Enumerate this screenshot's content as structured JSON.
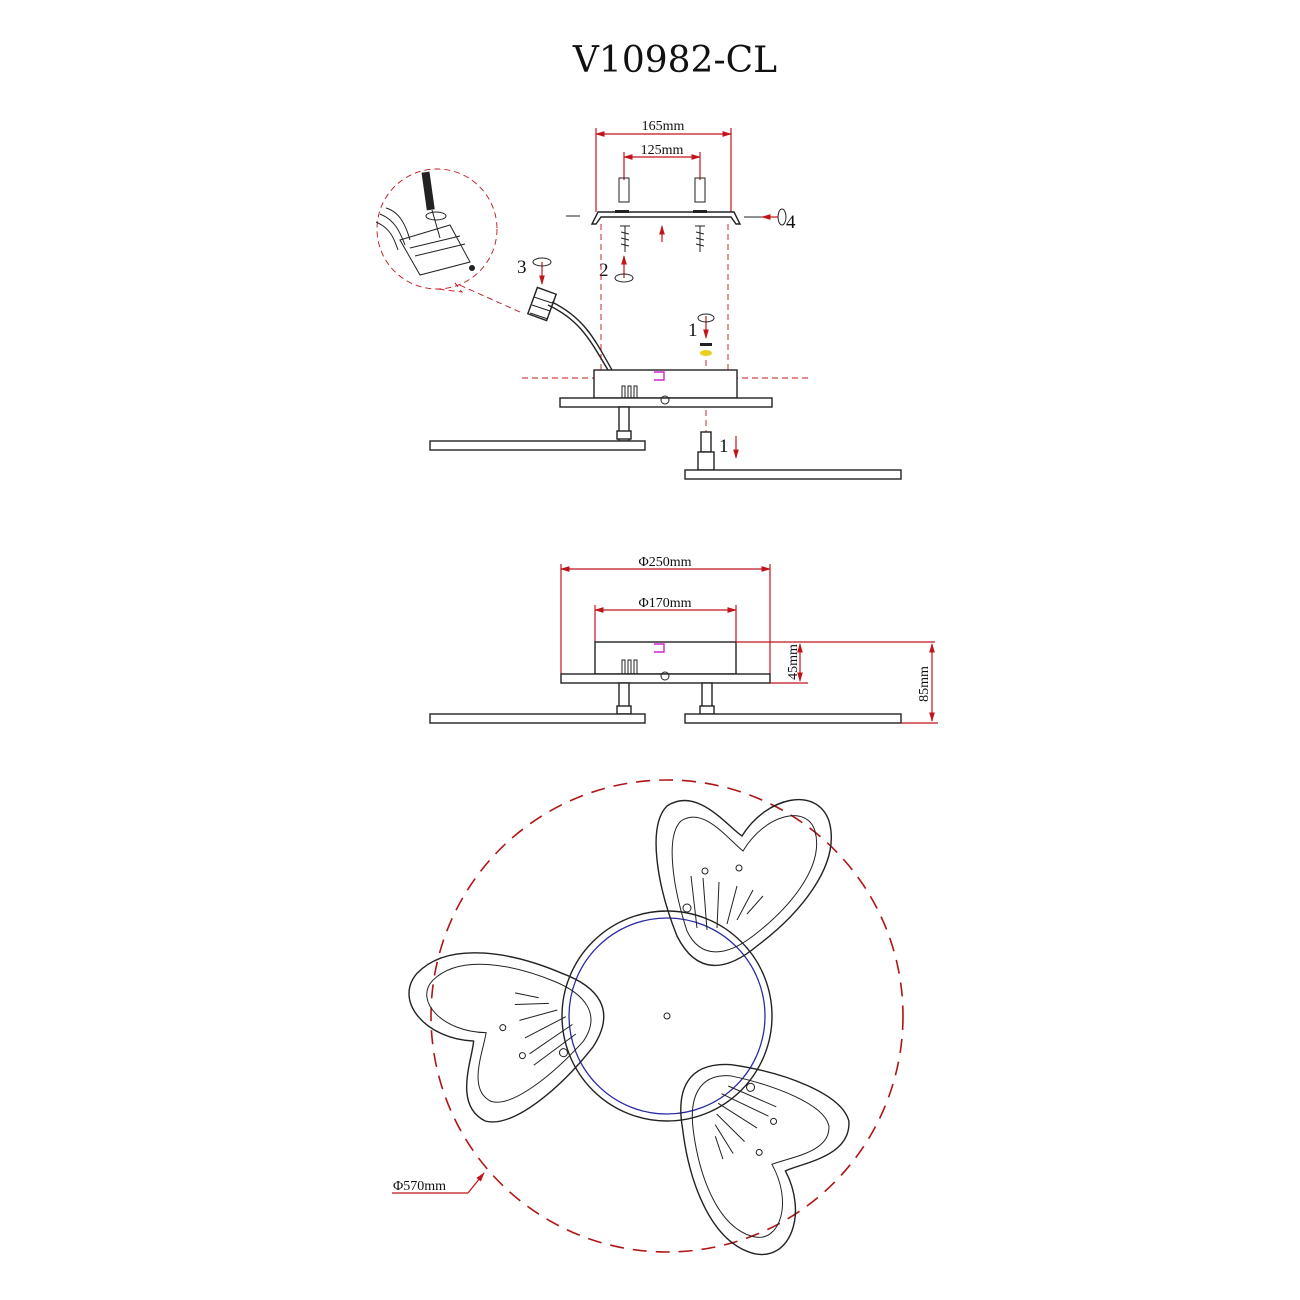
{
  "title": "V10982-CL",
  "install_view": {
    "dim_bracket_outer": "165mm",
    "dim_bracket_inner": "125mm",
    "steps": [
      "1",
      "1",
      "2",
      "3",
      "4"
    ]
  },
  "side_view": {
    "dim_base_diameter": "Φ250mm",
    "dim_top_diameter": "Φ170mm",
    "dim_body_height": "45mm",
    "dim_total_height": "85mm"
  },
  "top_view": {
    "dim_overall_diameter": "Φ570mm"
  },
  "colors": {
    "dimension_red": "#c0141a",
    "line_black": "#222222",
    "inner_ring_blue": "#2a2aa8",
    "marker_magenta": "#d020d0",
    "marker_yellow": "#e8d020"
  }
}
